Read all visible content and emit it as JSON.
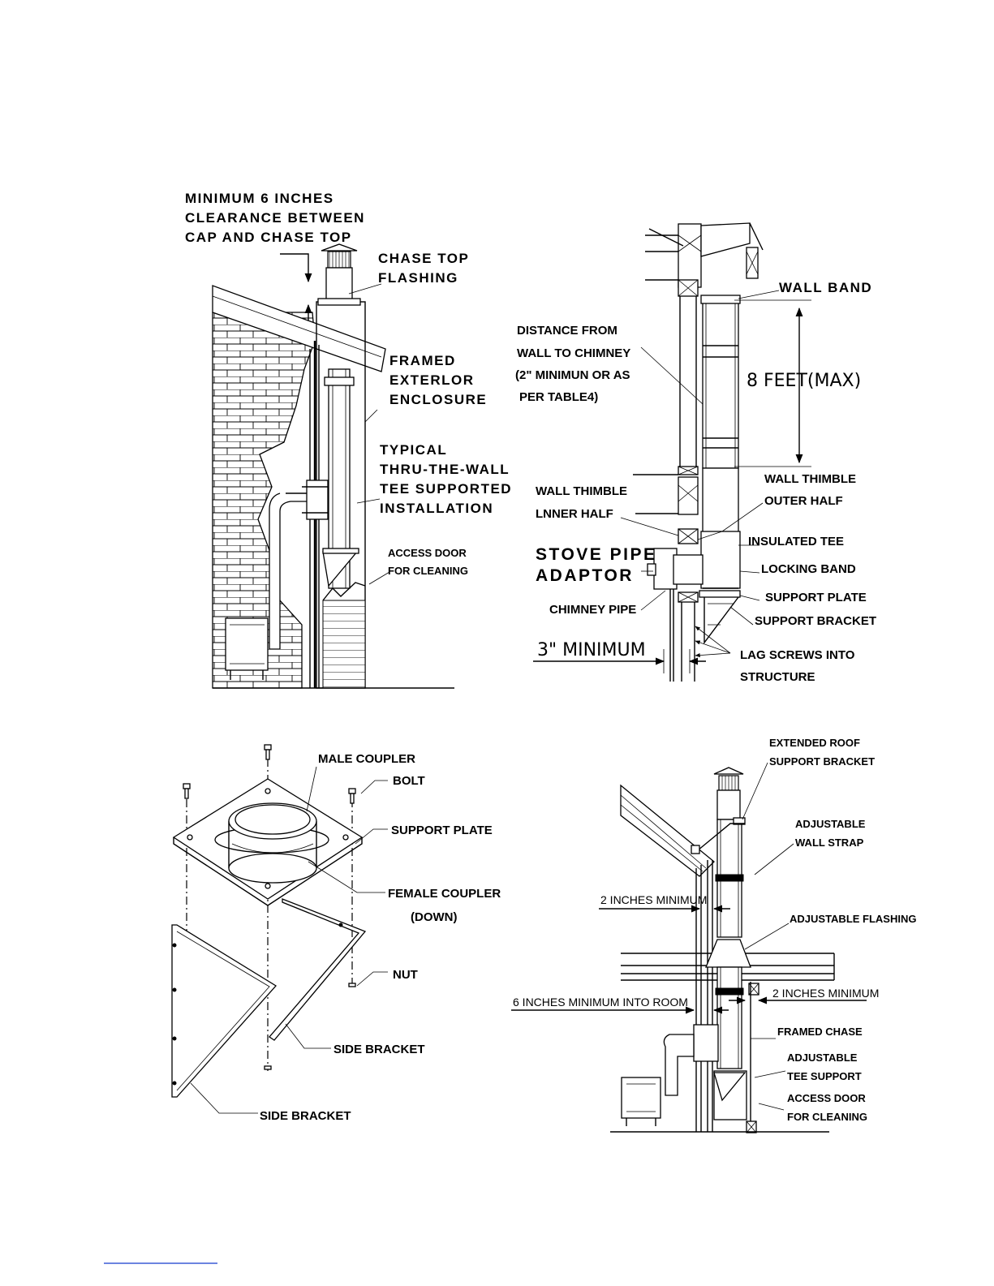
{
  "figures": {
    "chase_install": {
      "labels": {
        "clearance_1": "MINIMUM 6 INCHES",
        "clearance_2": "CLEARANCE BETWEEN",
        "clearance_3": "CAP AND CHASE TOP",
        "flashing_1": "CHASE TOP",
        "flashing_2": "FLASHING",
        "enclosure_1": "FRAMED",
        "enclosure_2": "EXTERLOR",
        "enclosure_3": "ENCLOSURE",
        "typical_1": "TYPICAL",
        "typical_2": "THRU-THE-WALL",
        "typical_3": "TEE SUPPORTED",
        "typical_4": "INSTALLATION",
        "access_1": "ACCESS DOOR",
        "access_2": "FOR CLEANING"
      }
    },
    "wall_install": {
      "labels": {
        "wall_band": "WALL BAND",
        "distance_1": "DISTANCE FROM",
        "distance_2": "WALL TO CHIMNEY",
        "distance_3": "(2\" MINIMUN OR AS",
        "distance_4": "PER TABLE4)",
        "feet_max": "8 FEET(MAX)",
        "thimble_outer_1": "WALL THIMBLE",
        "thimble_outer_2": "OUTER HALF",
        "thimble_inner_1": "WALL THIMBLE",
        "thimble_inner_2": "LNNER HALF",
        "insulated_tee": "INSULATED TEE",
        "stove_pipe_1": "STOVE PIPE",
        "stove_pipe_2": "ADAPTOR",
        "locking_band": "LOCKING BAND",
        "support_plate": "SUPPORT PLATE",
        "chimney_pipe": "CHIMNEY PIPE",
        "support_bracket": "SUPPORT BRACKET",
        "three_min": "3\" MINIMUM",
        "lag_screws_1": "LAG SCREWS INTO",
        "lag_screws_2": "STRUCTURE"
      }
    },
    "support_parts": {
      "labels": {
        "male_coupler": "MALE COUPLER",
        "bolt": "BOLT",
        "support_plate": "SUPPORT PLATE",
        "female_coupler_1": "FEMALE COUPLER",
        "female_coupler_2": "(DOWN)",
        "nut": "NUT",
        "side_bracket_a": "SIDE BRACKET",
        "side_bracket_b": "SIDE BRACKET"
      }
    },
    "interior_install": {
      "labels": {
        "ext_roof_1": "EXTENDED ROOF",
        "ext_roof_2": "SUPPORT BRACKET",
        "adj_strap_1": "ADJUSTABLE",
        "adj_strap_2": "WALL STRAP",
        "two_in_min_a": "2 INCHES MINIMUM",
        "adj_flashing": "ADJUSTABLE FLASHING",
        "two_in_min_b": "2 INCHES MINIMUM",
        "six_in_min": "6 INCHES MINIMUM INTO ROOM",
        "framed_chase": "FRAMED CHASE",
        "adj_tee_1": "ADJUSTABLE",
        "adj_tee_2": "TEE SUPPORT",
        "access_1": "ACCESS DOOR",
        "access_2": "FOR CLEANING"
      }
    }
  }
}
